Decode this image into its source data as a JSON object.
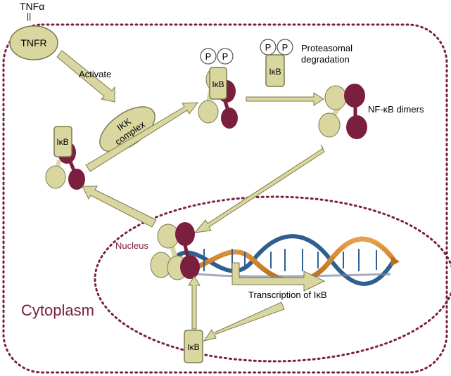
{
  "labels": {
    "tnfa": "TNFα",
    "equiv": "||",
    "tnfr": "TNFR",
    "activate": "Activate",
    "ikk_line1": "IKK",
    "ikk_line2": "complex",
    "p": "P",
    "ikb": "IκB",
    "proteasomal_line1": "Proteasomal",
    "proteasomal_line2": "degradation",
    "nfkb_dimers": "NF-κB dimers",
    "nucleus": "Nucleus",
    "transcription": "Transcription of IκB",
    "cytoplasm": "Cytoplasm"
  },
  "colors": {
    "khaki_fill": "#d9d6a0",
    "khaki_stroke": "#7b7a4e",
    "maroon": "#7a1f3d",
    "membrane": "#7a1f3d",
    "dna_orange": "#d98a2b",
    "dna_blue": "#2f5f8f",
    "text_maroon": "#7a1f3d"
  }
}
